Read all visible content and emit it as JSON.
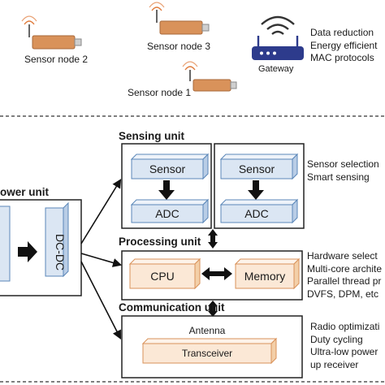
{
  "network": {
    "sensor_node_2": "Sensor node 2",
    "sensor_node_3": "Sensor node 3",
    "sensor_node_1": "Sensor node 1",
    "gateway": "Gateway",
    "notes": [
      "Data reduction",
      "Energy efficient",
      "MAC protocols"
    ]
  },
  "power_unit": {
    "title": "ower unit",
    "dcdc": "DC-DC"
  },
  "sensing_unit": {
    "title": "Sensing unit",
    "left_sensor": "Sensor",
    "left_adc": "ADC",
    "right_sensor": "Sensor",
    "right_adc": "ADC",
    "notes": [
      "Sensor selection",
      "Smart sensing"
    ]
  },
  "processing_unit": {
    "title": "Processing unit",
    "cpu": "CPU",
    "memory": "Memory",
    "notes": [
      "Hardware select",
      "Multi-core archite",
      "Parallel thread pr",
      "DVFS, DPM, etc"
    ]
  },
  "communication_unit": {
    "title": "Communication unit",
    "antenna": "Antenna",
    "transceiver": "Transceiver",
    "notes": [
      "Radio optimizati",
      "Duty cycling",
      "Ultra-low power",
      "up receiver"
    ]
  },
  "colors": {
    "sensor_node": "#d9925a",
    "sensor_node_dark": "#a8683a",
    "sensor_box": "#dbe6f3",
    "sensor_box_stroke": "#5b87b8",
    "cpu_box": "#fbe8d6",
    "cpu_box_stroke": "#d9925a",
    "signal": "#e07a3a"
  }
}
